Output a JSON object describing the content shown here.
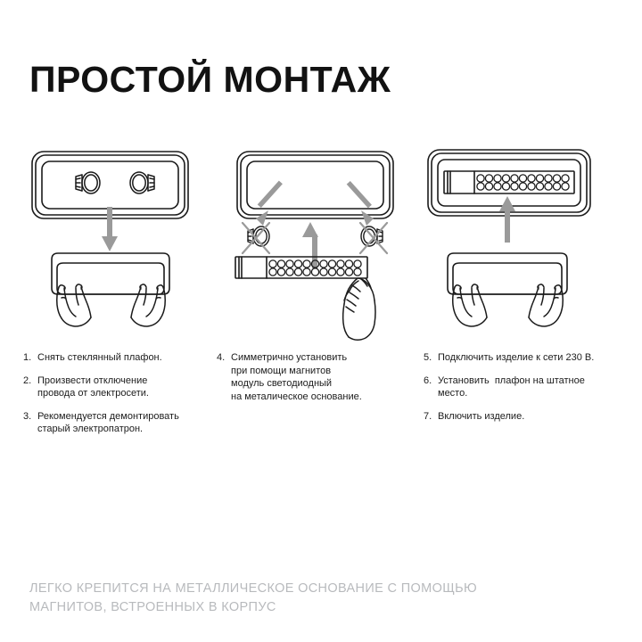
{
  "title": "Простой монтаж",
  "colors": {
    "background": "#ffffff",
    "ink": "#1a1a1a",
    "line": "#1b1b1b",
    "arrow": "#9a9a9a",
    "footer_text": "#b8babd"
  },
  "illustrations": [
    {
      "id": "panel-1",
      "name": "remove-glass-diffuser-illustration",
      "description": "Потолочное основание с двумя электропатронами, стрелка вниз, руки снимают стеклянный плафон",
      "top_fixture": {
        "type": "ceiling-base-with-sockets",
        "sockets": 2
      },
      "arrow": {
        "direction": "down",
        "color": "#9a9a9a"
      },
      "bottom_fixture": {
        "type": "glass-diffuser-in-hands",
        "hands": 2
      }
    },
    {
      "id": "panel-2",
      "name": "install-led-module-illustration",
      "description": "Пустое основание, перечёркнутые патроны демонтируются, светодиодный модуль устанавливается снизу вверх",
      "top_fixture": {
        "type": "empty-ceiling-base"
      },
      "removed_sockets": {
        "count": 2,
        "marked": "crossed-out"
      },
      "diagonal_arrows": 2,
      "arrow": {
        "direction": "up",
        "color": "#9a9a9a"
      },
      "led_module": {
        "leds_per_row": 11,
        "rows": 2,
        "held_by": "hand"
      }
    },
    {
      "id": "panel-3",
      "name": "mount-diffuser-illustration",
      "description": "Светодиодный модуль установлен в основание, руки возвращают плафон на штатное место",
      "top_fixture": {
        "type": "ceiling-base-with-led-module",
        "leds_per_row": 11,
        "rows": 2
      },
      "arrow": {
        "direction": "up",
        "color": "#9a9a9a"
      },
      "bottom_fixture": {
        "type": "glass-diffuser-in-hands",
        "hands": 2
      }
    }
  ],
  "steps": {
    "column_1": [
      {
        "num": "1.",
        "text": "Снять стеклянный плафон."
      },
      {
        "num": "2.",
        "text": "Произвести отключение\nпровода от электросети."
      },
      {
        "num": "3.",
        "text": "Рекомендуется демонтировать\nстарый электропатрон."
      }
    ],
    "column_2": [
      {
        "num": "4.",
        "text": "Симметрично установить\nпри помощи магнитов\nмодуль светодиодный\nна металическое основание."
      }
    ],
    "column_3": [
      {
        "num": "5.",
        "text": "Подключить изделие к сети 230 В."
      },
      {
        "num": "6.",
        "text": "Установить  плафон на штатное\nместо."
      },
      {
        "num": "7.",
        "text": "Включить изделие."
      }
    ]
  },
  "footer": {
    "text": "Легко крепится на металлическое основание с помощью\nмагнитов, встроенных в корпус"
  }
}
